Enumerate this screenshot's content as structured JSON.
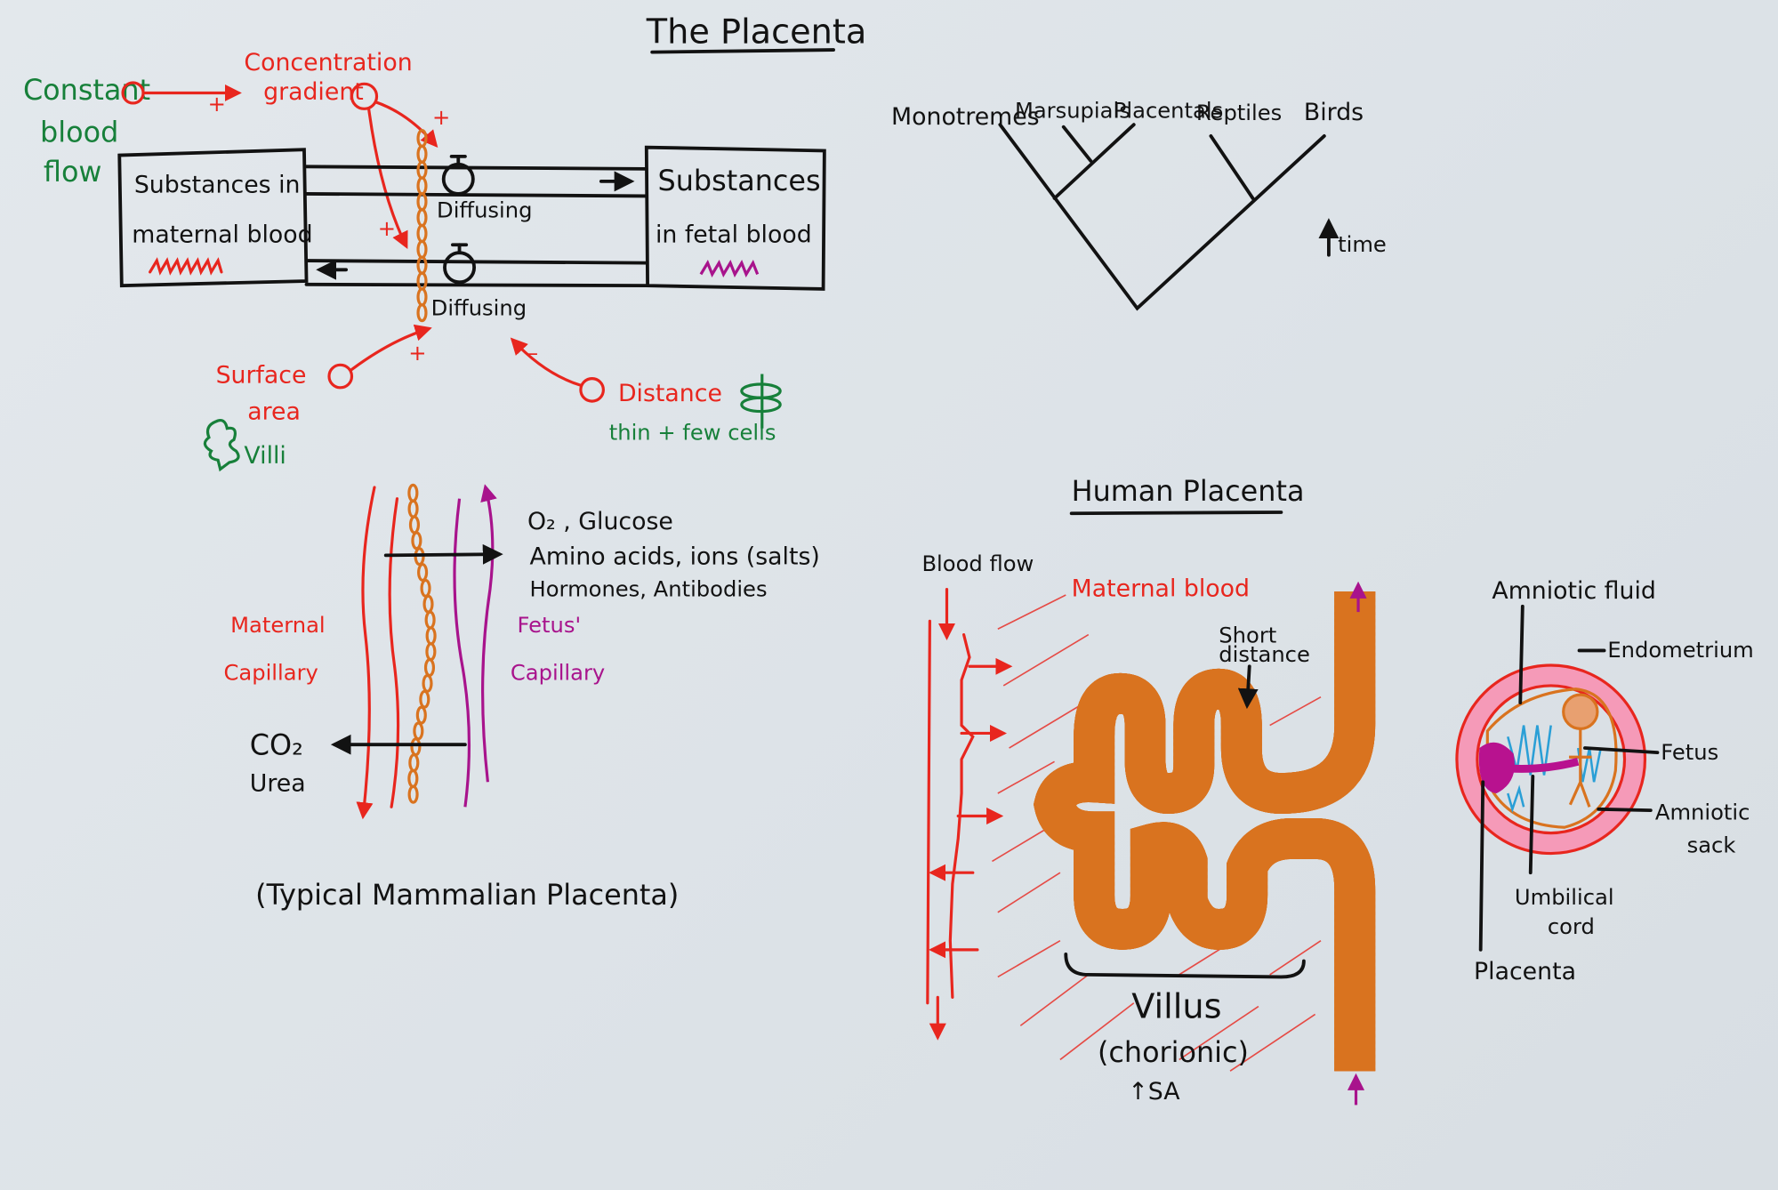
{
  "title": "The Placenta",
  "factors": {
    "constant_blood_flow": [
      "Constant",
      "blood",
      "flow"
    ],
    "concentration_gradient": [
      "Concentration",
      "gradient"
    ],
    "surface_area": [
      "Surface",
      "area"
    ],
    "villi": "Villi",
    "distance": "Distance",
    "thin_cells": "thin + few cells",
    "plus": "+",
    "minus": "–"
  },
  "diffusion_model": {
    "maternal_box": [
      "Substances in",
      "maternal blood"
    ],
    "fetal_box": [
      "Substances",
      "in fetal blood"
    ],
    "diffusing_top": "Diffusing",
    "diffusing_bottom": "Diffusing"
  },
  "capillary_diagram": {
    "to_fetus": [
      "O₂ , Glucose",
      "Amino acids, ions (salts)",
      "Hormones, Antibodies"
    ],
    "to_mother": [
      "CO₂",
      "Urea"
    ],
    "maternal_label": [
      "Maternal",
      "Capillary"
    ],
    "fetal_label": [
      "Fetus'",
      "Capillary"
    ],
    "caption": "(Typical Mammalian Placenta)"
  },
  "phylogeny": {
    "taxa": [
      "Monotremes",
      "Marsupials",
      "Placentals",
      "Reptiles",
      "Birds"
    ],
    "time_label": "time"
  },
  "human_placenta": {
    "title": "Human Placenta",
    "blood_flow": "Blood flow",
    "maternal_blood": "Maternal blood",
    "short_distance": [
      "Short",
      "distance"
    ],
    "villus": "Villus",
    "chorionic": "(chorionic)",
    "sa": "↑SA"
  },
  "uterus": {
    "amniotic_fluid": "Amniotic fluid",
    "endometrium": "Endometrium",
    "fetus": "Fetus",
    "amniotic_sack": [
      "Amniotic",
      "sack"
    ],
    "umbilical_cord": [
      "Umbilical",
      "cord"
    ],
    "placenta": "Placenta"
  },
  "colors": {
    "ink": "#121212",
    "red": "#e8261e",
    "green": "#17803a",
    "orange": "#d9731f",
    "magenta": "#a8138c",
    "pink": "#f59ab8",
    "blue": "#2a9fd6"
  }
}
